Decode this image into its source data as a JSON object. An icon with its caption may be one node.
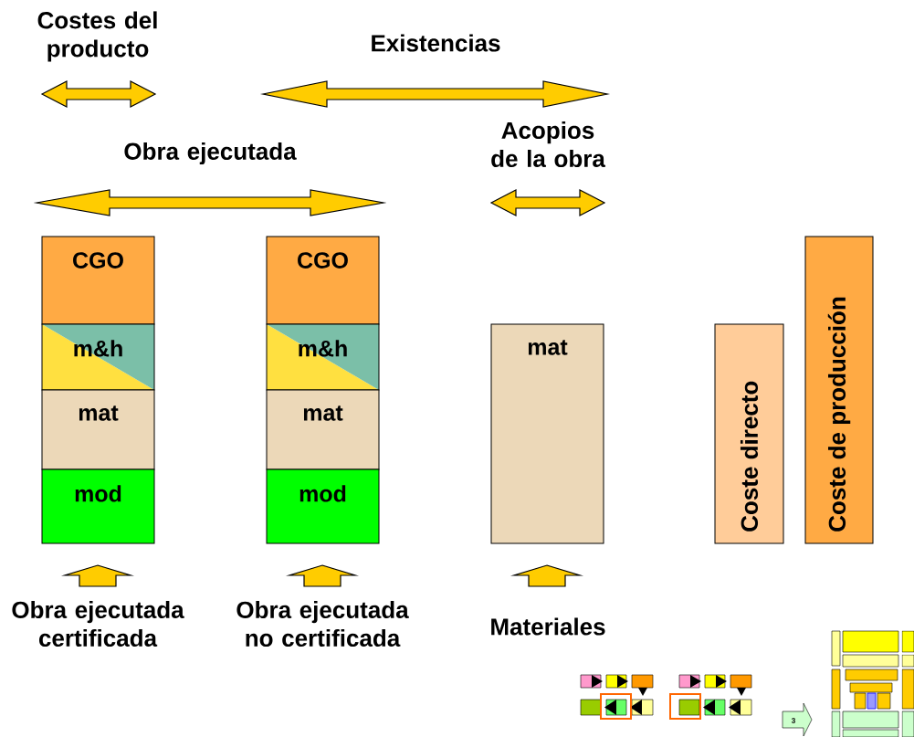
{
  "diagram": {
    "nodes": [
      {
        "text": [
          "CGO"
        ]
      },
      {
        "text": [
          "m&h"
        ]
      },
      {
        "text": [
          "mat"
        ]
      },
      {
        "text": [
          "mod"
        ]
      },
      {
        "text": [
          "CGO"
        ]
      },
      {
        "text": [
          "m&h"
        ]
      },
      {
        "text": [
          "mat"
        ]
      },
      {
        "text": [
          "mod"
        ]
      },
      {
        "text": [
          "mat"
        ]
      },
      {
        "text": [
          "Coste directo"
        ]
      },
      {
        "text": [
          "Coste de producción"
        ]
      }
    ],
    "edges": [],
    "labels": [
      "Costes del producto",
      "Existencias",
      "Obra ejecutada",
      "Acopios de la obra",
      "Obra ejecutada certificada",
      "Obra ejecutada no certificada",
      "Materiales",
      "3"
    ]
  }
}
